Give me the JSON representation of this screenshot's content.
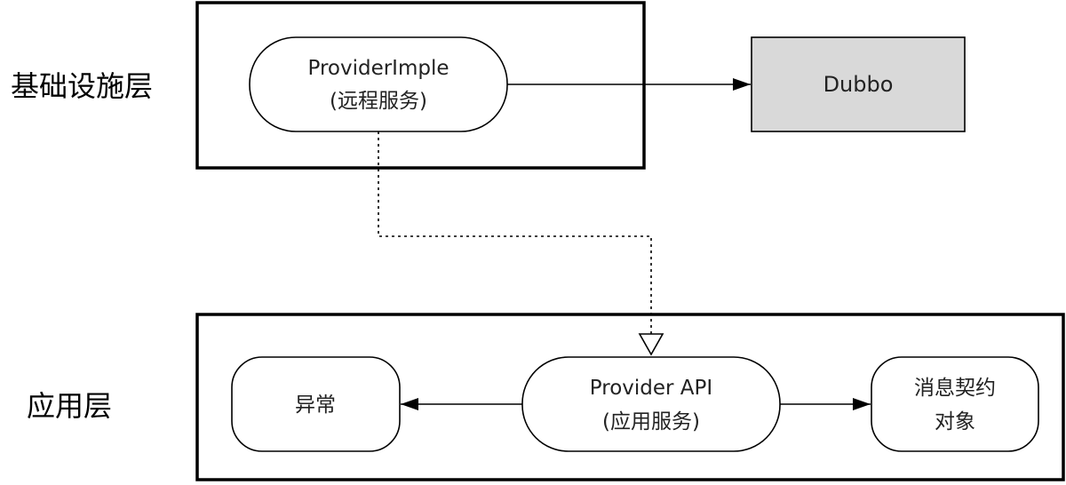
{
  "layers": {
    "infrastructure": {
      "label": "基础设施层"
    },
    "application": {
      "label": "应用层"
    }
  },
  "nodes": {
    "provider_impl": {
      "line1": "ProviderImple",
      "line2": "(远程服务)"
    },
    "dubbo": {
      "label": "Dubbo",
      "fill": "#d9d9d9"
    },
    "provider_api": {
      "line1": "Provider API",
      "line2": "(应用服务)"
    },
    "exception": {
      "label": "异常"
    },
    "message_contract": {
      "line1": "消息契约",
      "line2": "对象"
    }
  },
  "colors": {
    "stroke": "#000000",
    "text": "#222222"
  }
}
